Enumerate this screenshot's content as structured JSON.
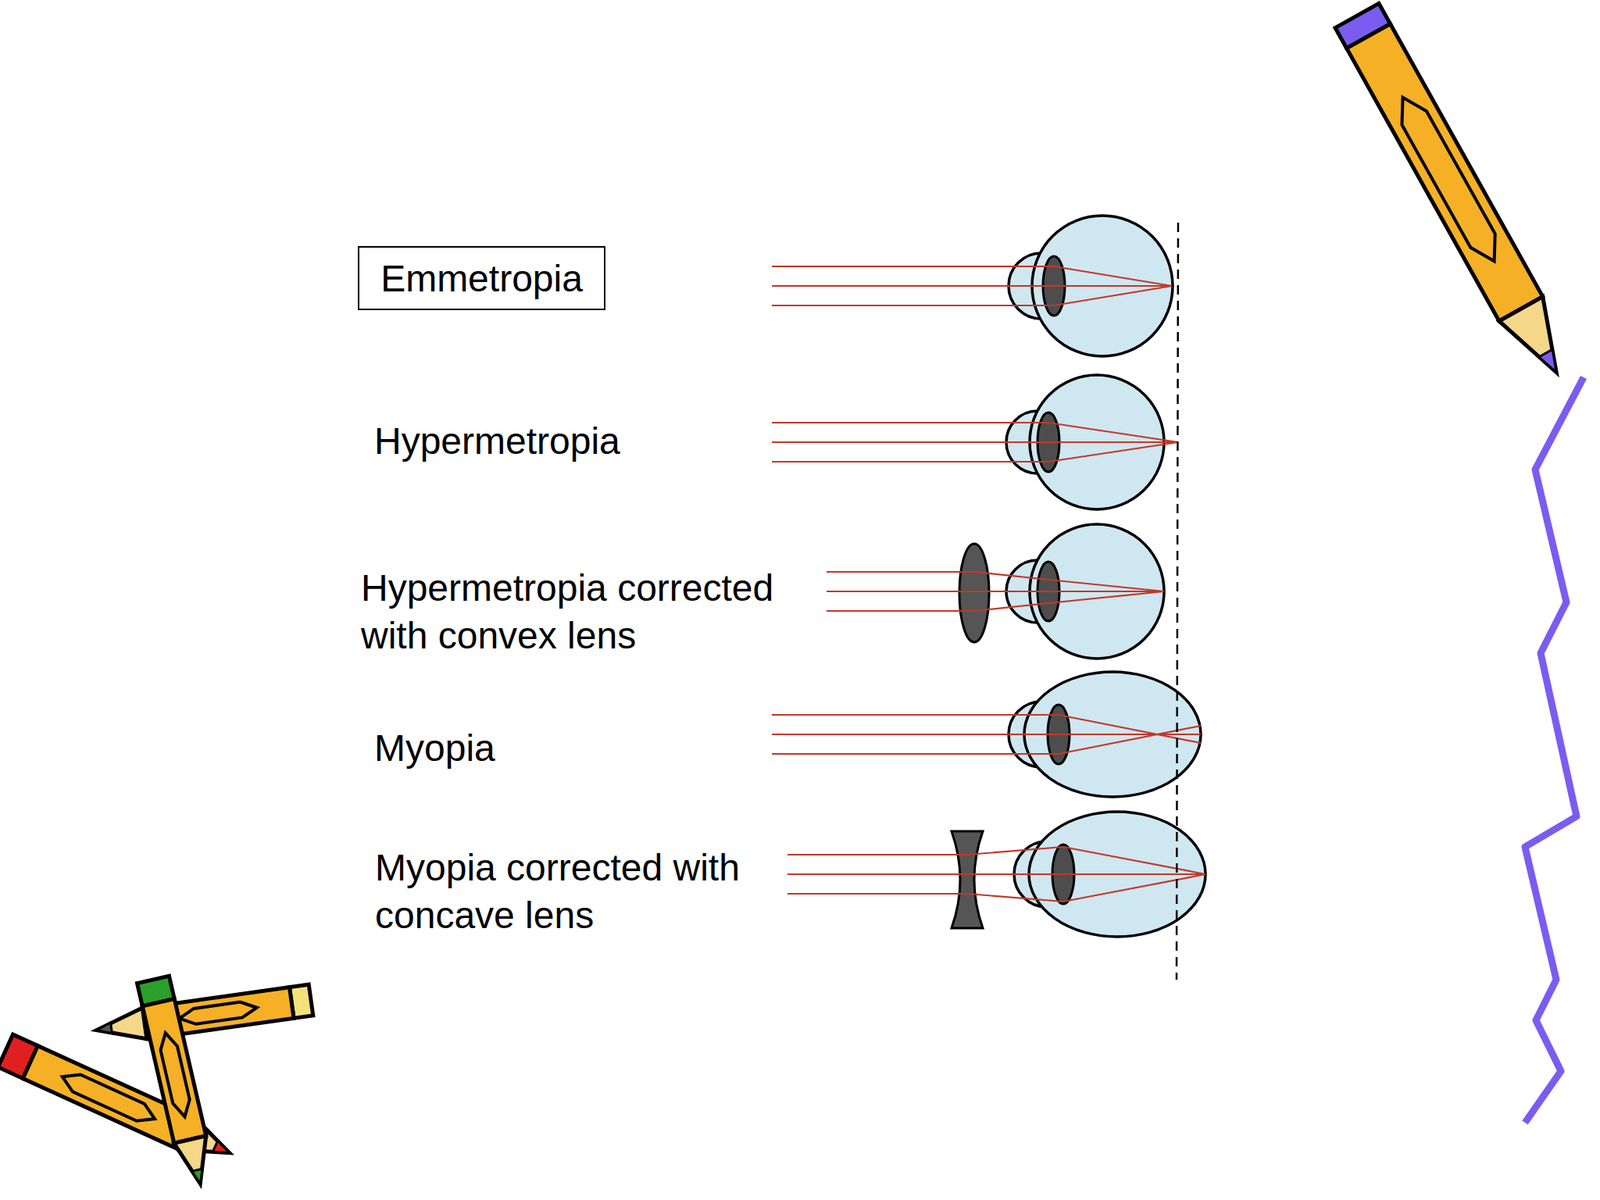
{
  "diagram": {
    "nodes": [
      {
        "text": [
          "Emmetropia"
        ]
      }
    ],
    "labels": [
      "Hypermetropia",
      "Hypermetropia corrected with convex lens",
      "Myopia",
      "Myopia corrected with concave lens"
    ]
  }
}
